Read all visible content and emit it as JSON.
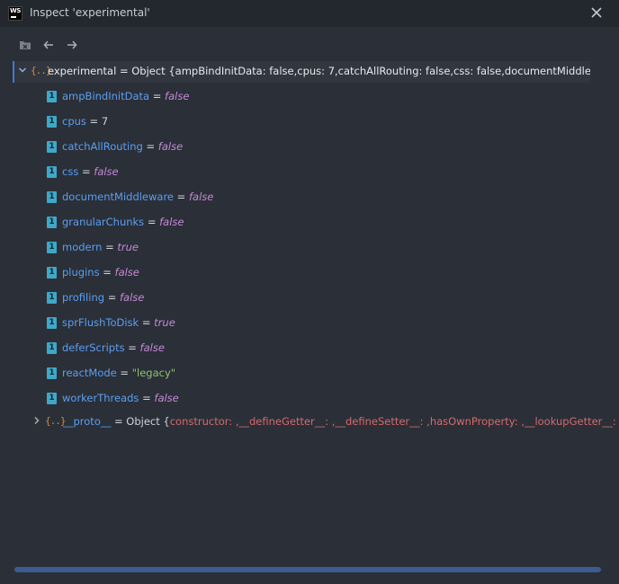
{
  "window": {
    "app_logo": "WS",
    "title": "Inspect 'experimental'",
    "close_icon": "close-icon"
  },
  "toolbar": {
    "icons": [
      "folder-close-icon",
      "arrow-left-icon",
      "arrow-right-icon"
    ]
  },
  "root": {
    "chevron": "chevron-down-icon",
    "icon_label": "{..}",
    "text": "experimental = Object {ampBindInitData: false,cpus: 7,catchAllRouting: false,css: false,documentMiddleware: false"
  },
  "properties": [
    {
      "icon": "1",
      "key": "ampBindInitData",
      "eq": " = ",
      "value": "false",
      "type": "bool"
    },
    {
      "icon": "1",
      "key": "cpus",
      "eq": " = ",
      "value": "7",
      "type": "num"
    },
    {
      "icon": "1",
      "key": "catchAllRouting",
      "eq": " = ",
      "value": "false",
      "type": "bool"
    },
    {
      "icon": "1",
      "key": "css",
      "eq": " = ",
      "value": "false",
      "type": "bool"
    },
    {
      "icon": "1",
      "key": "documentMiddleware",
      "eq": " = ",
      "value": "false",
      "type": "bool"
    },
    {
      "icon": "1",
      "key": "granularChunks",
      "eq": " = ",
      "value": "false",
      "type": "bool"
    },
    {
      "icon": "1",
      "key": "modern",
      "eq": " = ",
      "value": "true",
      "type": "bool"
    },
    {
      "icon": "1",
      "key": "plugins",
      "eq": " = ",
      "value": "false",
      "type": "bool"
    },
    {
      "icon": "1",
      "key": "profiling",
      "eq": " = ",
      "value": "false",
      "type": "bool"
    },
    {
      "icon": "1",
      "key": "sprFlushToDisk",
      "eq": " = ",
      "value": "true",
      "type": "bool"
    },
    {
      "icon": "1",
      "key": "deferScripts",
      "eq": " = ",
      "value": "false",
      "type": "bool"
    },
    {
      "icon": "1",
      "key": "reactMode",
      "eq": " = ",
      "value": "\"legacy\"",
      "type": "str"
    },
    {
      "icon": "1",
      "key": "workerThreads",
      "eq": " = ",
      "value": "false",
      "type": "bool"
    }
  ],
  "proto": {
    "chevron": "chevron-right-icon",
    "icon_label": "{..}",
    "key": "__proto__",
    "eq": " = Object {",
    "members": [
      "constructor: ,",
      "__defineGetter__: ,",
      "__defineSetter__: ,",
      "hasOwnProperty: ,",
      "__lookupGetter__: ,"
    ],
    "tail": "...}"
  }
}
